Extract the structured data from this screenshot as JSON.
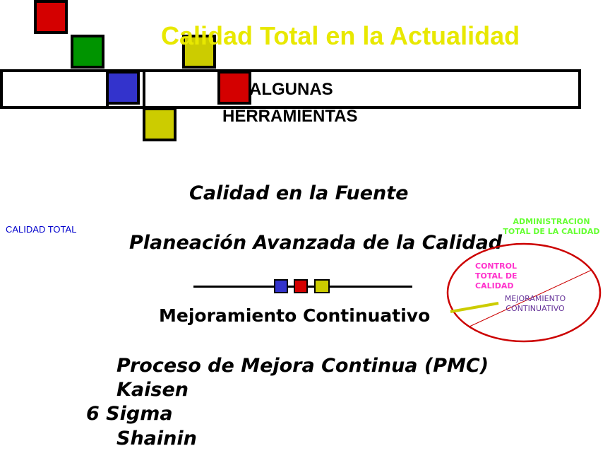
{
  "slide": {
    "title": "Calidad Total en la Actualidad",
    "section_line1": "ALGUNAS",
    "section_line2": "HERRAMIENTAS",
    "items": {
      "calidad_fuente": "Calidad en la Fuente",
      "planeacion": "Planeación Avanzada de la Calidad",
      "mejoramiento": "Mejoramiento Continuativo",
      "pmc": "Proceso de Mejora Continua (PMC)",
      "kaisen": "Kaisen",
      "six_sigma": "6 Sigma",
      "shainin": "Shainin"
    },
    "side_label": "CALIDAD TOTAL",
    "diagram": {
      "admin_line1": "ADMINISTRACION",
      "admin_line2": "TOTAL DE LA CALIDAD",
      "control_line1": "CONTROL",
      "control_line2": "TOTAL DE",
      "control_line3": "CALIDAD",
      "mejor_line1": "MEJORAMIENTO",
      "mejor_line2": "CONTINUATIVO"
    }
  },
  "colors": {
    "red": "#d40000",
    "green": "#009400",
    "blue": "#3333cc",
    "yellow": "#cccc00",
    "title_yellow": "#e8e800",
    "side_label_blue": "#0000cc",
    "admin_green": "#66ff33",
    "control_magenta": "#ff33cc",
    "mejor_purple": "#663399",
    "ellipse_red": "#cc0000"
  }
}
